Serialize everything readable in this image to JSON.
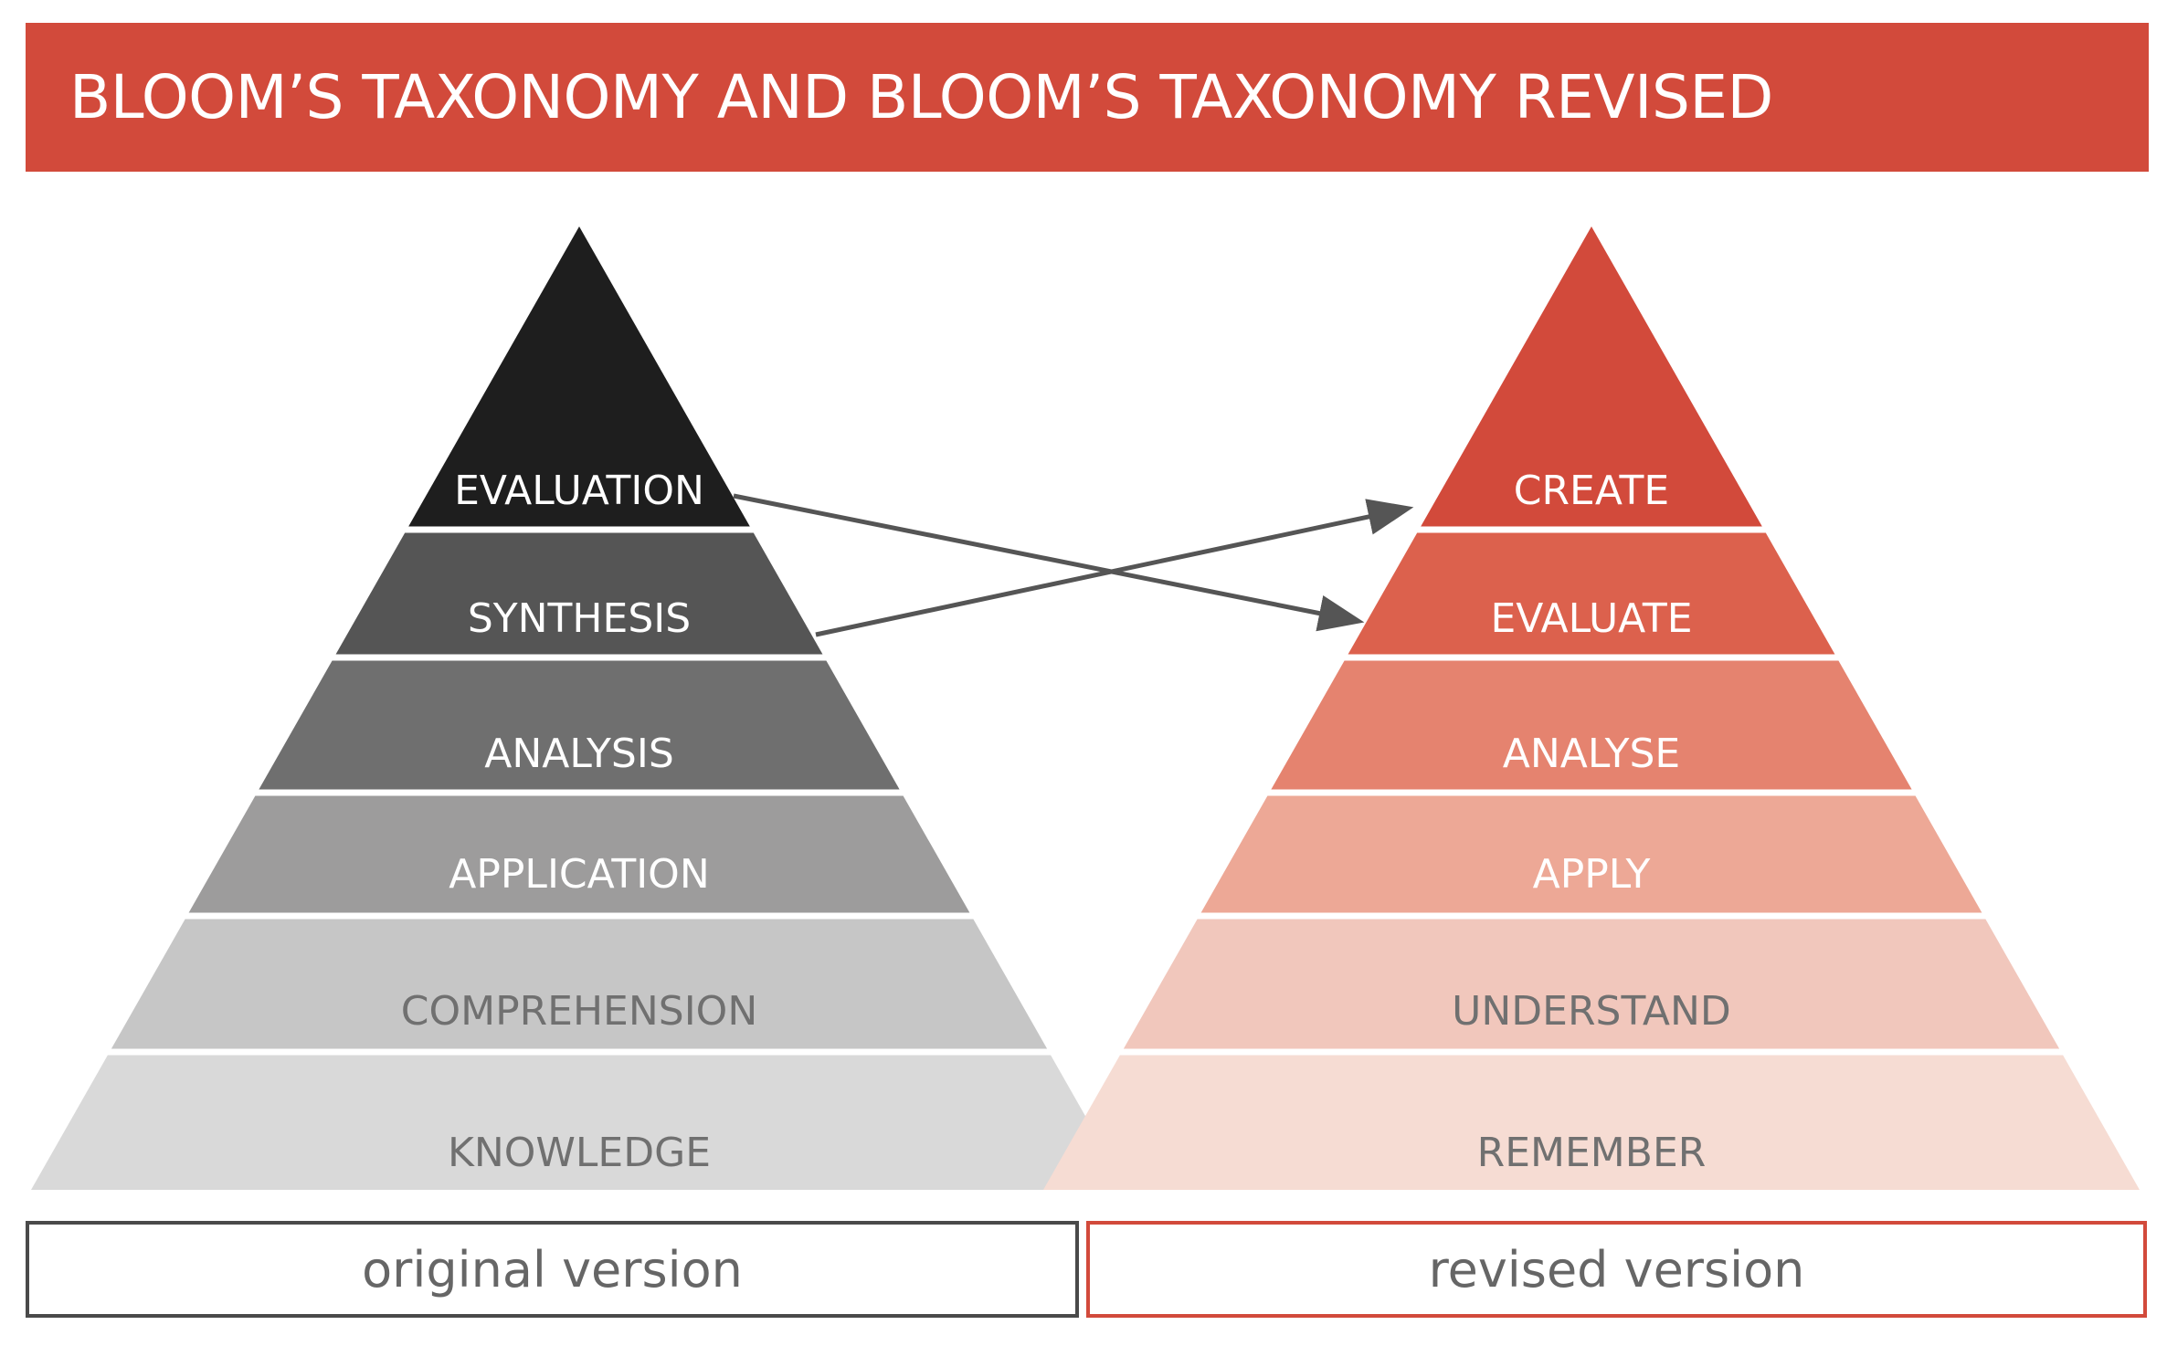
{
  "title": "BLOOM’S TAXONOMY AND BLOOM’S TAXONOMY REVISED",
  "original": {
    "caption": "original version",
    "levels": [
      {
        "label": "EVALUATION",
        "fill": "#1e1e1e",
        "text_color": "#ffffff"
      },
      {
        "label": "SYNTHESIS",
        "fill": "#555555",
        "text_color": "#ffffff"
      },
      {
        "label": "ANALYSIS",
        "fill": "#6f6f6f",
        "text_color": "#ffffff"
      },
      {
        "label": "APPLICATION",
        "fill": "#9d9c9c",
        "text_color": "#ffffff"
      },
      {
        "label": "COMPREHENSION",
        "fill": "#c6c6c6",
        "text_color": "#707070"
      },
      {
        "label": "KNOWLEDGE",
        "fill": "#d9d9d9",
        "text_color": "#707070"
      }
    ]
  },
  "revised": {
    "caption": "revised version",
    "levels": [
      {
        "label": "CREATE",
        "fill": "#d24a3b",
        "text_color": "#ffffff"
      },
      {
        "label": "EVALUATE",
        "fill": "#dc614d",
        "text_color": "#ffffff"
      },
      {
        "label": "ANALYSE",
        "fill": "#e5836f",
        "text_color": "#ffffff"
      },
      {
        "label": "APPLY",
        "fill": "#eda896",
        "text_color": "#ffffff"
      },
      {
        "label": "UNDERSTAND",
        "fill": "#f1c7bc",
        "text_color": "#707070"
      },
      {
        "label": "REMEMBER",
        "fill": "#f6dcd3",
        "text_color": "#707070"
      }
    ]
  },
  "arrows": [
    {
      "from": "EVALUATION",
      "to": "EVALUATE"
    },
    {
      "from": "SYNTHESIS",
      "to": "CREATE"
    }
  ],
  "colors": {
    "accent": "#d24a3b",
    "arrow": "#555555",
    "caption_text": "#666666"
  }
}
